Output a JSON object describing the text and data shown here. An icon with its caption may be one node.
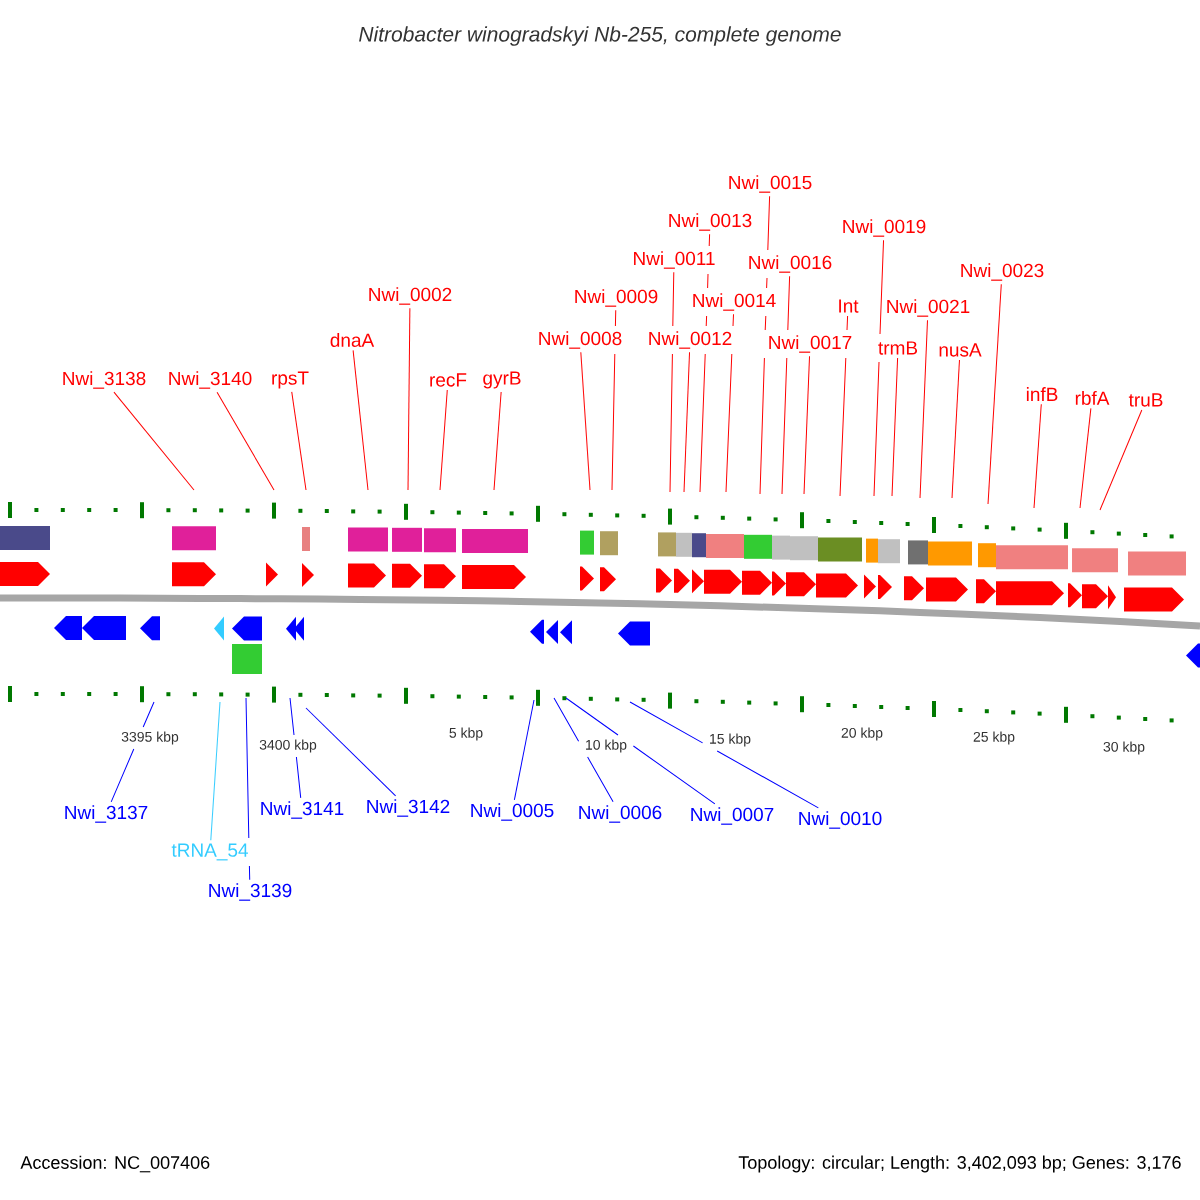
{
  "diagram": {
    "title": "Nitrobacter winogradskyi Nb-255, complete genome",
    "nodes": [
      {
        "text": [
          "Nwi_3138"
        ]
      },
      {
        "text": [
          "Nwi_3140"
        ]
      },
      {
        "text": [
          "rpsT"
        ]
      },
      {
        "text": [
          "dnaA"
        ]
      },
      {
        "text": [
          "Nwi_0002"
        ]
      },
      {
        "text": [
          "recF"
        ]
      },
      {
        "text": [
          "gyrB"
        ]
      },
      {
        "text": [
          "Nwi_0008"
        ]
      },
      {
        "text": [
          "Nwi_0009"
        ]
      },
      {
        "text": [
          "Nwi_0011"
        ]
      },
      {
        "text": [
          "Nwi_0012"
        ]
      },
      {
        "text": [
          "Nwi_0013"
        ]
      },
      {
        "text": [
          "Nwi_0014"
        ]
      },
      {
        "text": [
          "Nwi_0015"
        ]
      },
      {
        "text": [
          "Nwi_0016"
        ]
      },
      {
        "text": [
          "Nwi_0017"
        ]
      },
      {
        "text": [
          "Int"
        ]
      },
      {
        "text": [
          "Nwi_0019"
        ]
      },
      {
        "text": [
          "trmB"
        ]
      },
      {
        "text": [
          "Nwi_0021"
        ]
      },
      {
        "text": [
          "nusA"
        ]
      },
      {
        "text": [
          "Nwi_0023"
        ]
      },
      {
        "text": [
          "infB"
        ]
      },
      {
        "text": [
          "rbfA"
        ]
      },
      {
        "text": [
          "truB"
        ]
      },
      {
        "text": [
          "Nwi_3137"
        ]
      },
      {
        "text": [
          "tRNA_54"
        ]
      },
      {
        "text": [
          "Nwi_3139"
        ]
      },
      {
        "text": [
          "Nwi_3141"
        ]
      },
      {
        "text": [
          "Nwi_3142"
        ]
      },
      {
        "text": [
          "Nwi_0005"
        ]
      },
      {
        "text": [
          "Nwi_0006"
        ]
      },
      {
        "text": [
          "Nwi_0007"
        ]
      },
      {
        "text": [
          "Nwi_0010"
        ]
      }
    ],
    "edges": [
      {
        "from": 0,
        "to": null,
        "arrow": "none"
      },
      {
        "from": 1,
        "to": null,
        "arrow": "none"
      },
      {
        "from": 2,
        "to": null,
        "arrow": "none"
      },
      {
        "from": 3,
        "to": null,
        "arrow": "none"
      },
      {
        "from": 4,
        "to": null,
        "arrow": "none"
      },
      {
        "from": 5,
        "to": null,
        "arrow": "none"
      },
      {
        "from": 6,
        "to": null,
        "arrow": "none"
      },
      {
        "from": 7,
        "to": null,
        "arrow": "none"
      },
      {
        "from": 8,
        "to": null,
        "arrow": "none"
      },
      {
        "from": 9,
        "to": null,
        "arrow": "none"
      },
      {
        "from": 10,
        "to": null,
        "arrow": "none"
      },
      {
        "from": 11,
        "to": null,
        "arrow": "none"
      },
      {
        "from": 12,
        "to": null,
        "arrow": "none"
      },
      {
        "from": 13,
        "to": null,
        "arrow": "none"
      },
      {
        "from": 14,
        "to": null,
        "arrow": "none"
      },
      {
        "from": 15,
        "to": null,
        "arrow": "none"
      },
      {
        "from": 16,
        "to": null,
        "arrow": "none"
      },
      {
        "from": 17,
        "to": null,
        "arrow": "none"
      },
      {
        "from": 18,
        "to": null,
        "arrow": "none"
      },
      {
        "from": 19,
        "to": null,
        "arrow": "none"
      },
      {
        "from": 20,
        "to": null,
        "arrow": "none"
      },
      {
        "from": 21,
        "to": null,
        "arrow": "none"
      },
      {
        "from": 22,
        "to": null,
        "arrow": "none"
      },
      {
        "from": 23,
        "to": null,
        "arrow": "none"
      },
      {
        "from": 24,
        "to": null,
        "arrow": "none"
      },
      {
        "from": 25,
        "to": null,
        "arrow": "none",
        "color": "#0000ff"
      },
      {
        "from": 26,
        "to": null,
        "arrow": "none",
        "color": "#33ccff"
      },
      {
        "from": 27,
        "to": null,
        "arrow": "none",
        "color": "#0000ff"
      },
      {
        "from": 28,
        "to": null,
        "arrow": "none",
        "color": "#0000ff"
      },
      {
        "from": 29,
        "to": null,
        "arrow": "none",
        "color": "#0000ff"
      },
      {
        "from": 30,
        "to": null,
        "arrow": "none",
        "color": "#0000ff"
      },
      {
        "from": 31,
        "to": null,
        "arrow": "none",
        "color": "#0000ff"
      },
      {
        "from": 32,
        "to": null,
        "arrow": "none",
        "color": "#0000ff"
      },
      {
        "from": 33,
        "to": null,
        "arrow": "none",
        "color": "#0000ff"
      }
    ],
    "labels": [
      "3395 kbp",
      "3400 kbp",
      "5 kbp",
      "10 kbp",
      "15 kbp",
      "20 kbp",
      "25 kbp",
      "30 kbp",
      "Accession: NC_007406",
      "Topology: circular; Length: 3,402,093 bp; Genes: 3,176"
    ]
  }
}
